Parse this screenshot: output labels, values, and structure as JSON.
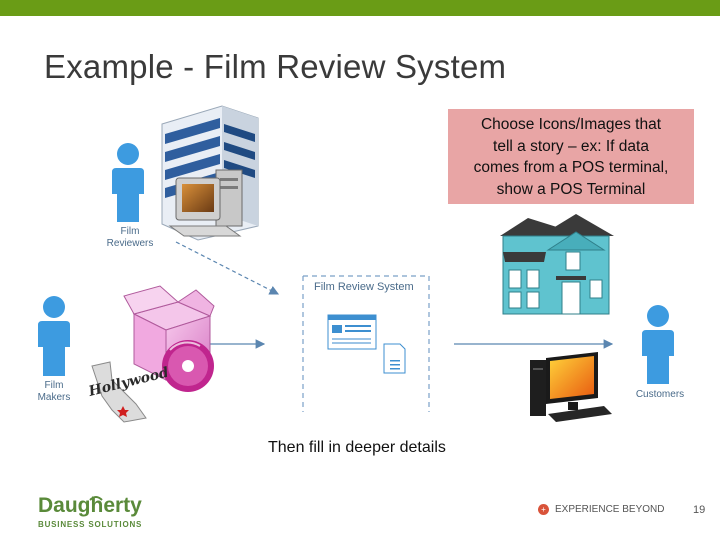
{
  "slide": {
    "title": "Example - Film Review System",
    "callout_lines": [
      "Choose Icons/Images that",
      "tell a story – ex: If data",
      "comes from a POS terminal,",
      "show a POS Terminal"
    ],
    "bottom_text": "Then fill in deeper details",
    "page_number": "19"
  },
  "diagram": {
    "system_label": "Film Review System",
    "reviewers_label_lines": [
      "Film",
      "Reviewers"
    ],
    "makers_label_lines": [
      "Film",
      "Makers"
    ],
    "customers_label": "Customers",
    "hollywood_text": "Hollywood"
  },
  "footer": {
    "company_name": "Daugherty",
    "company_sub": "BUSINESS SOLUTIONS",
    "tagline": "EXPERIENCE BEYOND",
    "tag_icon_glyph": "+"
  },
  "colors": {
    "top_bar": "#6a9c16",
    "callout_bg": "#e8a5a5",
    "person": "#3d9be0",
    "brand_green": "#5a8a3a",
    "house": "#5fc3cf",
    "arrow": "#5b86b0"
  }
}
